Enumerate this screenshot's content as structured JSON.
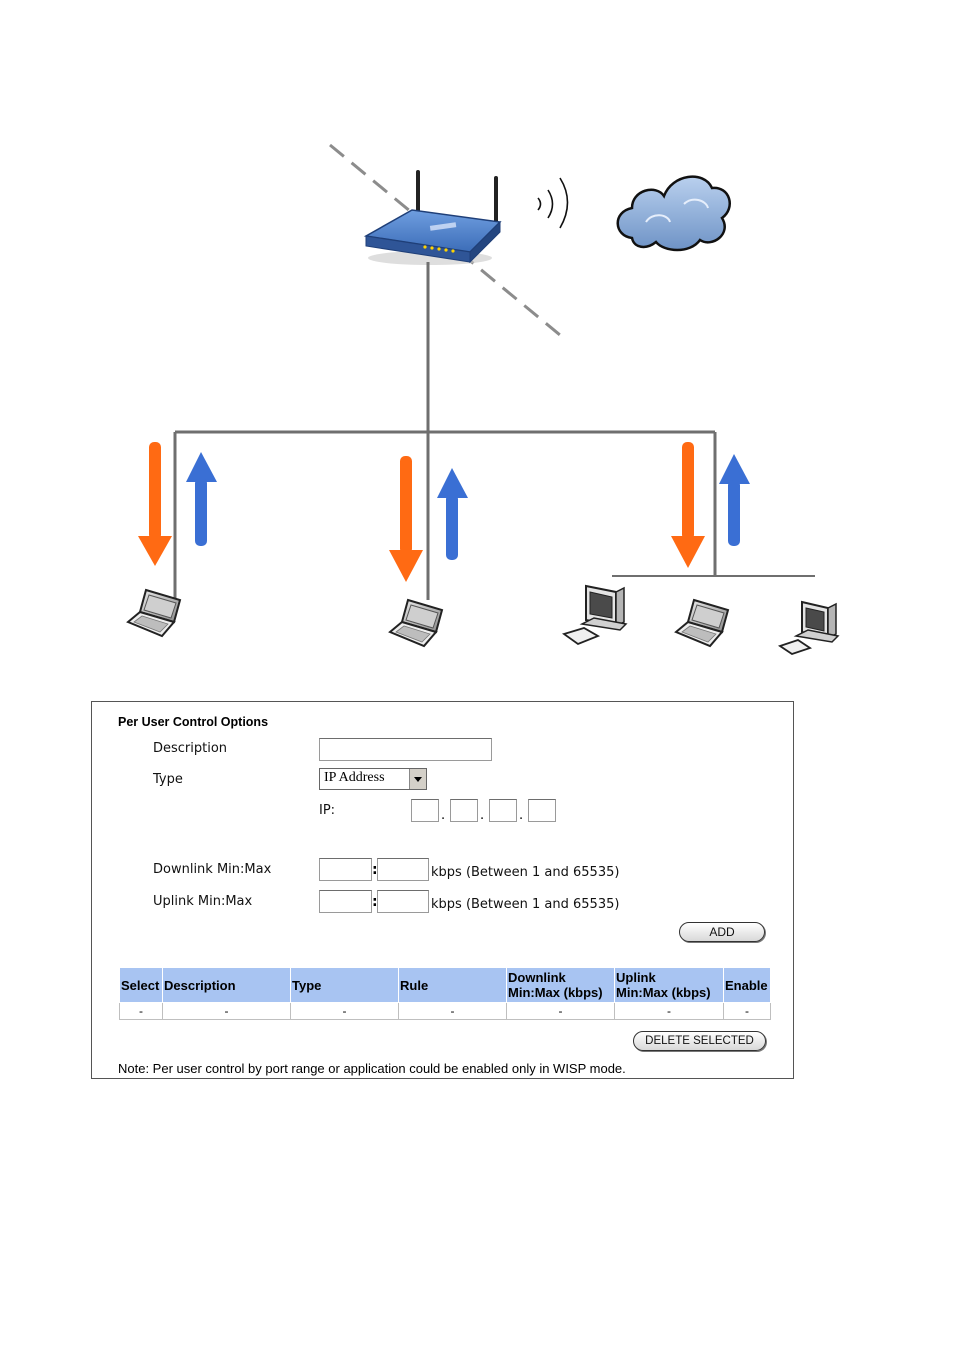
{
  "colors": {
    "downlink_arrow": "#ff6a13",
    "uplink_arrow": "#3a6fd4",
    "router_body": "#4a7dc9",
    "table_header": "#a8c4f2",
    "cloud": "#8fb0d8"
  },
  "diagram": {
    "devices": [
      "router",
      "cloud",
      "laptop",
      "laptop",
      "desktop-pc",
      "laptop",
      "desktop-pc"
    ]
  },
  "panel": {
    "title": "Per User Control Options",
    "description_label": "Description",
    "description_value": "",
    "type_label": "Type",
    "type_selected": "IP Address",
    "ip_label": "IP:",
    "ip_dot": ".",
    "downlink_label": "Downlink Min:Max",
    "uplink_label": "Uplink Min:Max",
    "colon": ":",
    "kbps_range_downlink": "kbps (Between 1 and 65535)",
    "kbps_range_uplink": "kbps (Between 1 and 65535)",
    "add_button": "ADD",
    "delete_button": "DELETE SELECTED",
    "note": "Note: Per user control by port range or application could be enabled only in WISP mode."
  },
  "table": {
    "headers": [
      "Select",
      "Description",
      "Type",
      "Rule",
      "Downlink Min:Max (kbps)",
      "Uplink Min:Max (kbps)",
      "Enable"
    ],
    "header_line1": [
      "Select",
      "Description",
      "Type",
      "Rule",
      "Downlink",
      "Uplink",
      "Enable"
    ],
    "header_line2": [
      "",
      "",
      "",
      "",
      "Min:Max (kbps)",
      "Min:Max (kbps)",
      ""
    ],
    "row": [
      "-",
      "-",
      "-",
      "-",
      "-",
      "-",
      "-"
    ]
  }
}
